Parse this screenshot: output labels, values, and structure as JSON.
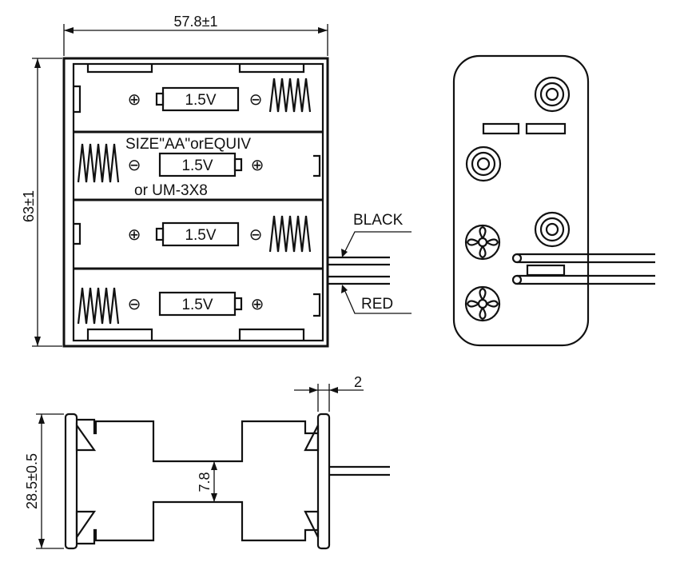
{
  "dimensions": {
    "width_label": "57.8±1",
    "height_label": "63±1",
    "depth_label": "28.5±0.5",
    "wall_label": "2",
    "gap_label": "7.8"
  },
  "cells": [
    {
      "voltage": "1.5V",
      "plus_symbol": "⊕",
      "minus_symbol": "⊖"
    },
    {
      "voltage": "1.5V",
      "plus_symbol": "⊕",
      "minus_symbol": "⊖"
    },
    {
      "voltage": "1.5V",
      "plus_symbol": "⊕",
      "minus_symbol": "⊖"
    },
    {
      "voltage": "1.5V",
      "plus_symbol": "⊕",
      "minus_symbol": "⊖"
    }
  ],
  "size_note": {
    "line1": "SIZE\"AA\"orEQUIV",
    "line2": "or UM-3X8"
  },
  "wires": {
    "black_label": "BLACK",
    "red_label": "RED"
  }
}
